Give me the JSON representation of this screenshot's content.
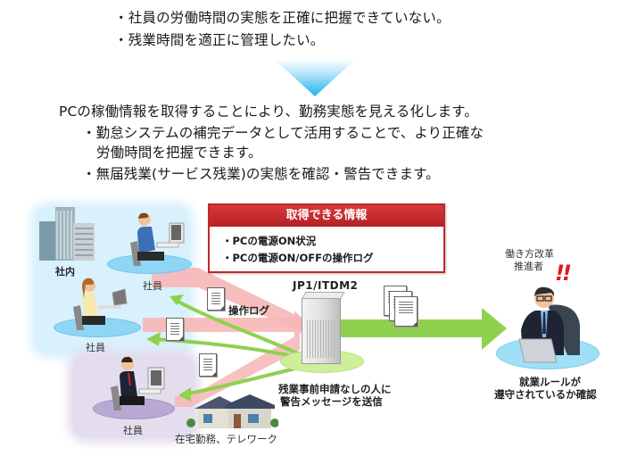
{
  "problems": [
    "・社員の労働時間の実態を正確に把握できていない。",
    "・残業時間を適正に管理したい。"
  ],
  "solution": {
    "headline": "PCの稼働情報を取得することにより、勤務実態を見える化します。",
    "bullets": [
      {
        "line1": "・勤怠システムの補完データとして活用することで、より正確な",
        "line2": "労働時間を把握できます。"
      },
      {
        "line1": "・無届残業(サービス残業)の実態を確認・警告できます。",
        "line2": ""
      }
    ]
  },
  "diagram": {
    "office_label": "社内",
    "employee_label": "社員",
    "home_label": "在宅勤務、テレワーク",
    "log_label": "操作ログ",
    "server_label": "JP1/ITDM2",
    "warning_label_line1": "残業事前申請なしの人に",
    "warning_label_line2": "警告メッセージを送信",
    "manager_title_line1": "働き方改革",
    "manager_title_line2": "推進者",
    "manager_exclaim": "!!",
    "manager_caption_line1": "就業ルールが",
    "manager_caption_line2": "遵守されているか確認",
    "info_box": {
      "title": "取得できる情報",
      "items": [
        "・PCの電源ON状況",
        "・PCの電源ON/OFFの操作ログ"
      ]
    }
  },
  "colors": {
    "info_header": "#c62a2d",
    "arrow_pink": "#f7b6b6",
    "arrow_green": "#8fd14f",
    "office_bg": "#d9f1fc",
    "home_bg": "#e3dded",
    "down_arrow": "#29b6ee"
  }
}
